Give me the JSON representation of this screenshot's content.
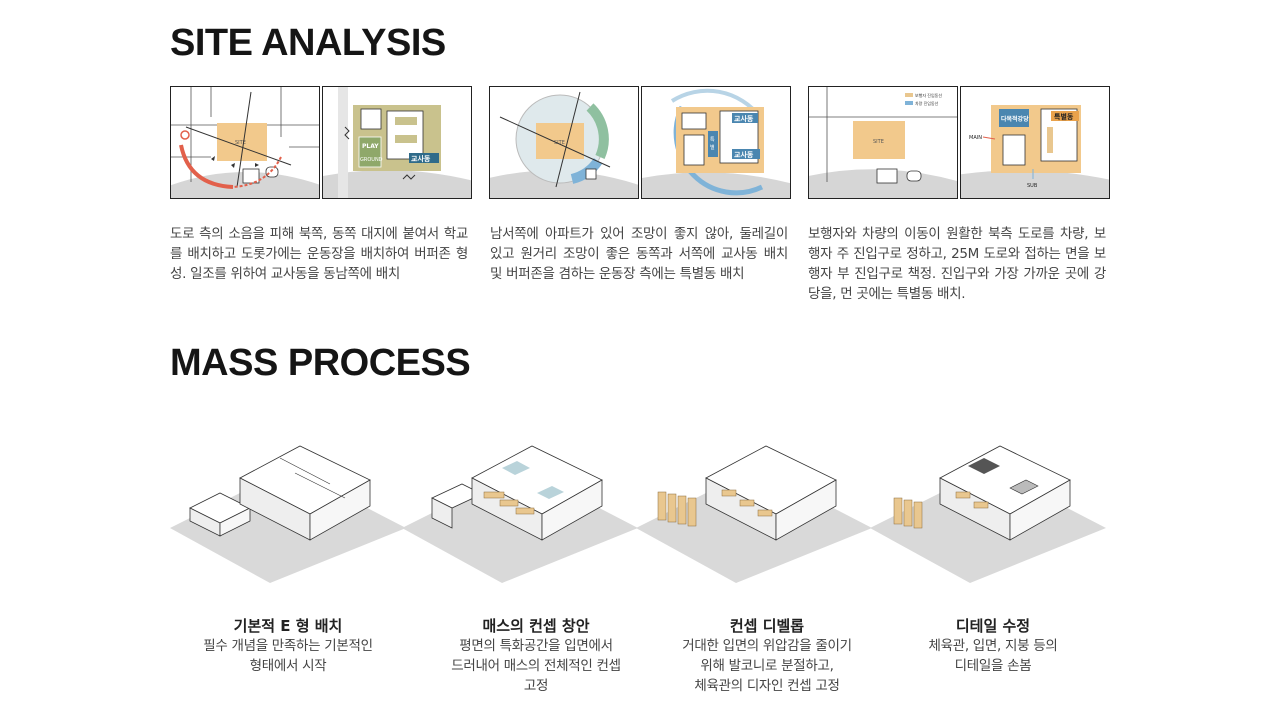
{
  "site_analysis": {
    "title": "SITE ANALYSIS",
    "groups": [
      {
        "description": "도로 측의 소음을 피해 북쪽, 동쪽 대지에 붙여서 학교를 배치하고 도롯가에는 운동장을 배치하여 버퍼존 형성. 일조를 위하여 교사동을 동남쪽에 배치",
        "labels": {
          "site": "SITE",
          "play": "PLAY",
          "ground": "GROUND",
          "building": "교사동"
        }
      },
      {
        "description": "남서쪽에 아파트가 있어 조망이 좋지 않아, 둘레길이 있고  원거리 조망이 좋은 동쪽과 서쪽에 교사동 배치 및 버퍼존을 겸하는 운동장 측에는 특별동 배치",
        "labels": {
          "site": "SITE",
          "special": "특별동",
          "building": "교사동",
          "building2": "교사동"
        }
      },
      {
        "description": "보행자와 차량의 이동이 원활한 북측 도로를 차량, 보행자 주 진입구로 정하고, 25M 도로와 접하는 면을 보행자 부 진입구로 책정. 진입구와 가장 가까운 곳에 강당을, 먼 곳에는 특별동 배치.",
        "labels": {
          "site": "SITE",
          "legend1": "보행자 진입동선",
          "legend2": "차량 진입동선",
          "main": "MAIN",
          "sub": "SUB",
          "hall": "다목적강당",
          "special": "특별동"
        }
      }
    ]
  },
  "mass_process": {
    "title": "MASS PROCESS",
    "steps": [
      {
        "title": "기본적 E 형 배치",
        "lines": [
          "필수 개념을 만족하는 기본적인",
          "형태에서 시작"
        ]
      },
      {
        "title": "매스의 컨셉 창안",
        "lines": [
          "평면의 특화공간을  입면에서",
          "드러내어 매스의 전체적인 컨셉",
          "고정"
        ]
      },
      {
        "title": "컨셉 디벨롭",
        "lines": [
          "거대한 입면의 위압감을 줄이기",
          "위해 발코니로 분절하고,",
          "체육관의 디자인 컨셉 고정"
        ]
      },
      {
        "title": "디테일 수정",
        "lines": [
          "체육관, 입면, 지붕 등의",
          "디테일을 손봄"
        ]
      }
    ]
  },
  "colors": {
    "site_fill": "#f2c98c",
    "road": "#d6d6d6",
    "accent_red": "#e2604b",
    "green_box": "#8fa86a",
    "sky": "#7fb3d8",
    "tan": "#e9c78f"
  }
}
